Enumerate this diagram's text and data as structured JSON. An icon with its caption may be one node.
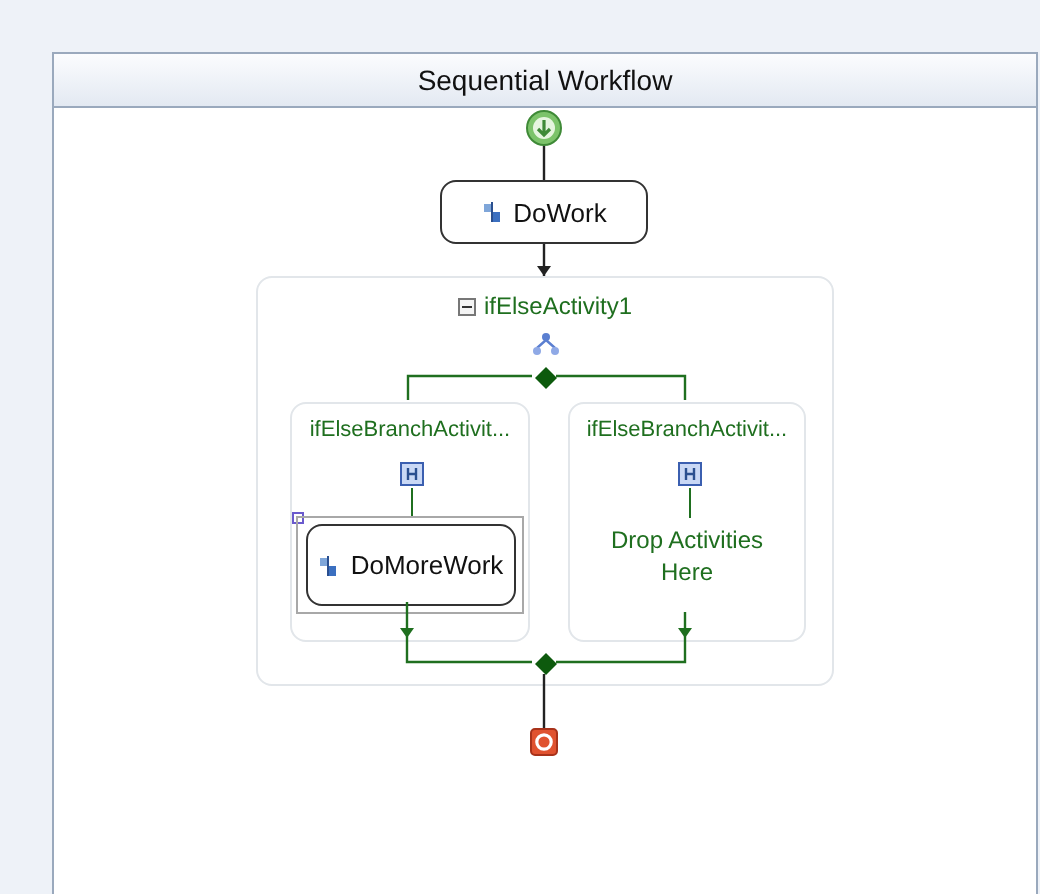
{
  "diagram": {
    "title": "Sequential Workflow",
    "nodes": [
      {
        "text": [],
        "shape": "circle"
      },
      {
        "text": [
          "DoWork"
        ]
      },
      {
        "text": [
          "ifElseActivity1"
        ]
      },
      {
        "text": [
          "ifElseBranchActivit..."
        ],
        "in": 2
      },
      {
        "text": [
          "DoMoreWork"
        ],
        "in": 3
      },
      {
        "text": [
          "ifElseBranchActivit...",
          "Drop Activities Here"
        ],
        "in": 2
      },
      {
        "text": [],
        "shape": "diamond",
        "in": 2
      },
      {
        "text": [],
        "shape": "diamond",
        "in": 2
      },
      {
        "text": [],
        "shape": "box"
      }
    ],
    "edges": [
      {
        "from": 0,
        "to": 1,
        "arrow": "none",
        "color": "#222222"
      },
      {
        "from": 1,
        "to": 2,
        "arrow": "to",
        "color": "#222222"
      },
      {
        "from": 6,
        "to": 3,
        "arrow": "none"
      },
      {
        "from": 6,
        "to": 5,
        "arrow": "none"
      },
      {
        "from": 4,
        "to": 7,
        "arrow": "to"
      },
      {
        "from": 5,
        "to": 7,
        "arrow": "to"
      },
      {
        "from": 7,
        "to": 8,
        "arrow": "none",
        "color": "#222222"
      }
    ]
  }
}
